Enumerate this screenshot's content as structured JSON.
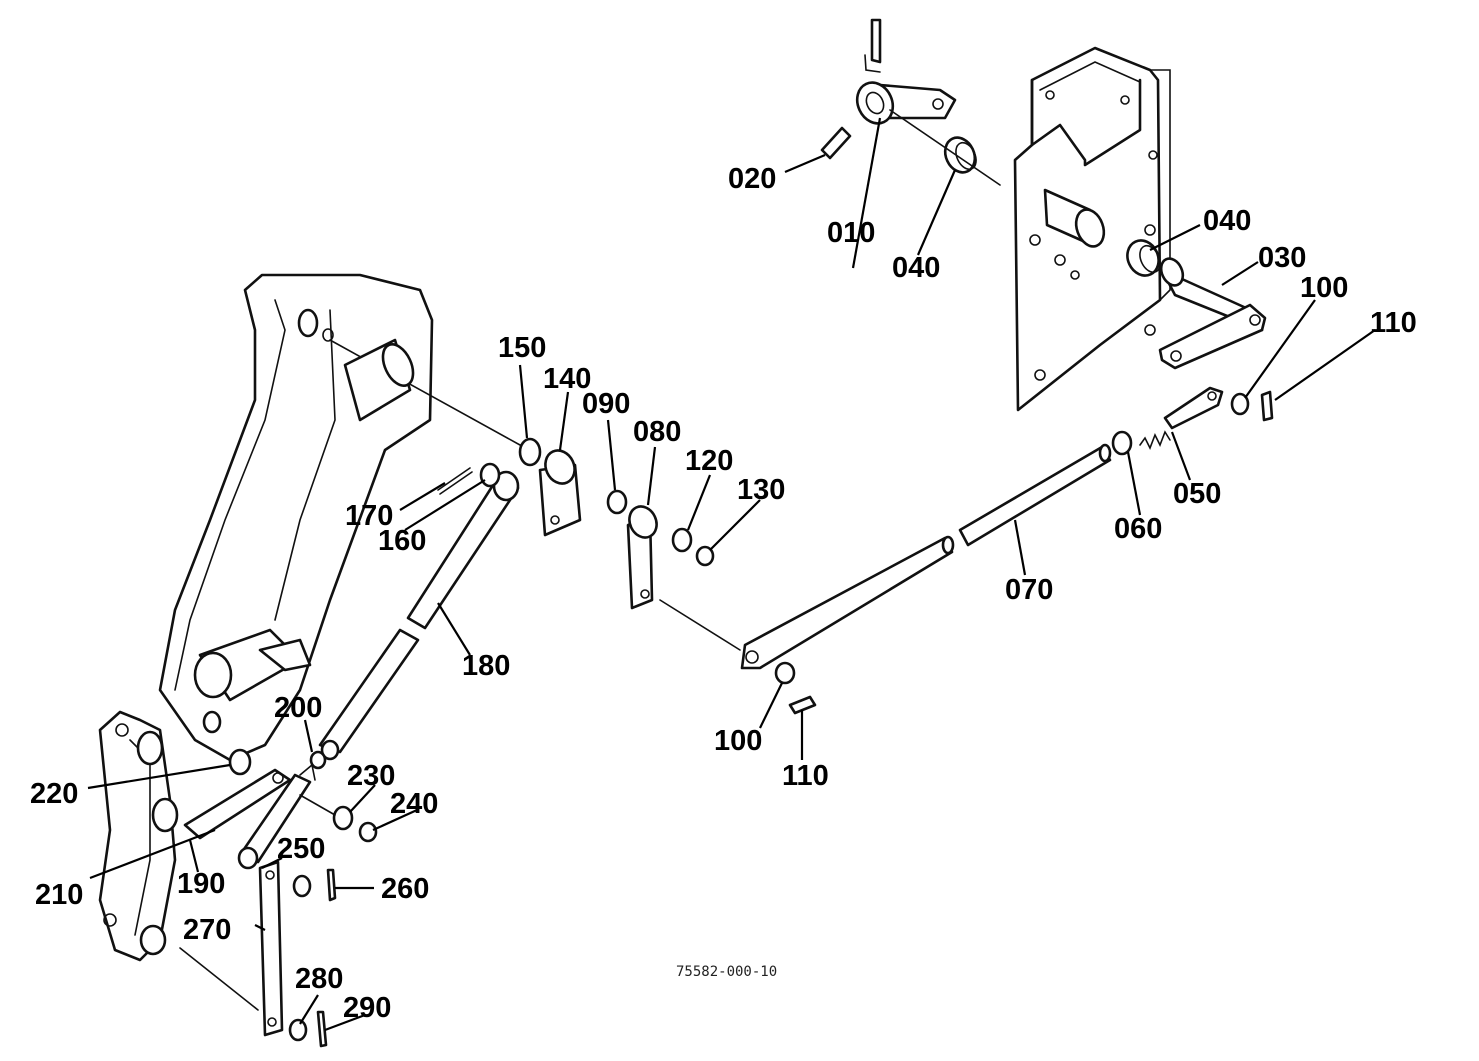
{
  "drawing_code": "75582-000-10",
  "callouts": {
    "c010": "010",
    "c020": "020",
    "c030": "030",
    "c040a": "040",
    "c040b": "040",
    "c050": "050",
    "c060": "060",
    "c070": "070",
    "c080": "080",
    "c090": "090",
    "c100a": "100",
    "c100b": "100",
    "c110a": "110",
    "c110b": "110",
    "c120": "120",
    "c130": "130",
    "c140": "140",
    "c150": "150",
    "c160": "160",
    "c170": "170",
    "c180": "180",
    "c190": "190",
    "c200": "200",
    "c210": "210",
    "c220": "220",
    "c230": "230",
    "c240": "240",
    "c250": "250",
    "c260": "260",
    "c270": "270",
    "c280": "280",
    "c290": "290"
  }
}
